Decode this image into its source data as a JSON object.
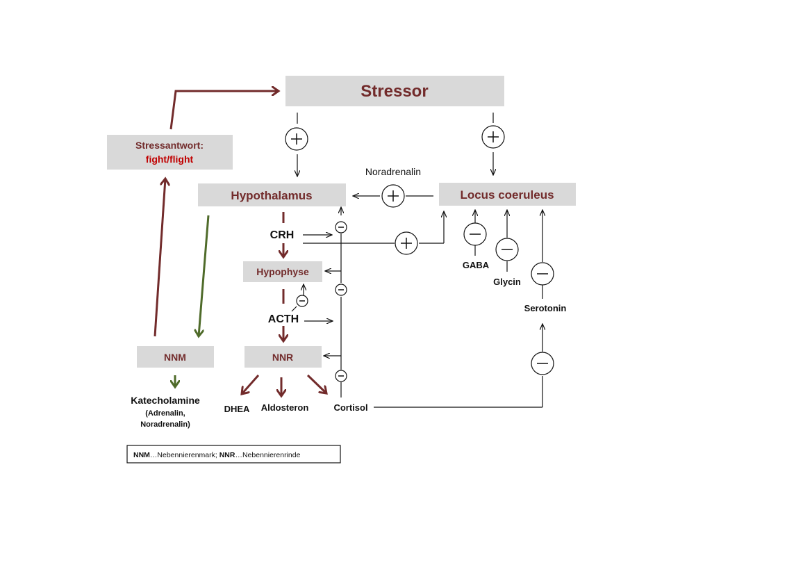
{
  "nodes": {
    "stressor": "Stressor",
    "stressantwort_line1": "Stressantwort:",
    "stressantwort_line2": "fight/flight",
    "hypothalamus": "Hypothalamus",
    "locus_coeruleus": "Locus coeruleus",
    "hypophyse": "Hypophyse",
    "nnm": "NNM",
    "nnr": "NNR"
  },
  "labels": {
    "noradrenalin": "Noradrenalin",
    "crh": "CRH",
    "acth": "ACTH",
    "gaba": "GABA",
    "glycin": "Glycin",
    "serotonin": "Serotonin",
    "dhea": "DHEA",
    "aldosteron": "Aldosteron",
    "cortisol": "Cortisol",
    "katecholamine": "Katecholamine",
    "katecholamine_sub1": "(Adrenalin,",
    "katecholamine_sub2": "Noradrenalin)"
  },
  "legend": {
    "abbr1": "NNM",
    "def1": "…Nebennierenmark; ",
    "abbr2": "NNR",
    "def2": "…Nebennierenrinde"
  },
  "signs": {
    "plus": "+",
    "minus": "−"
  },
  "colors": {
    "box_fill": "#d9d9d9",
    "maroon": "#722b2b",
    "red": "#c00000",
    "green": "#4f6b2a"
  }
}
